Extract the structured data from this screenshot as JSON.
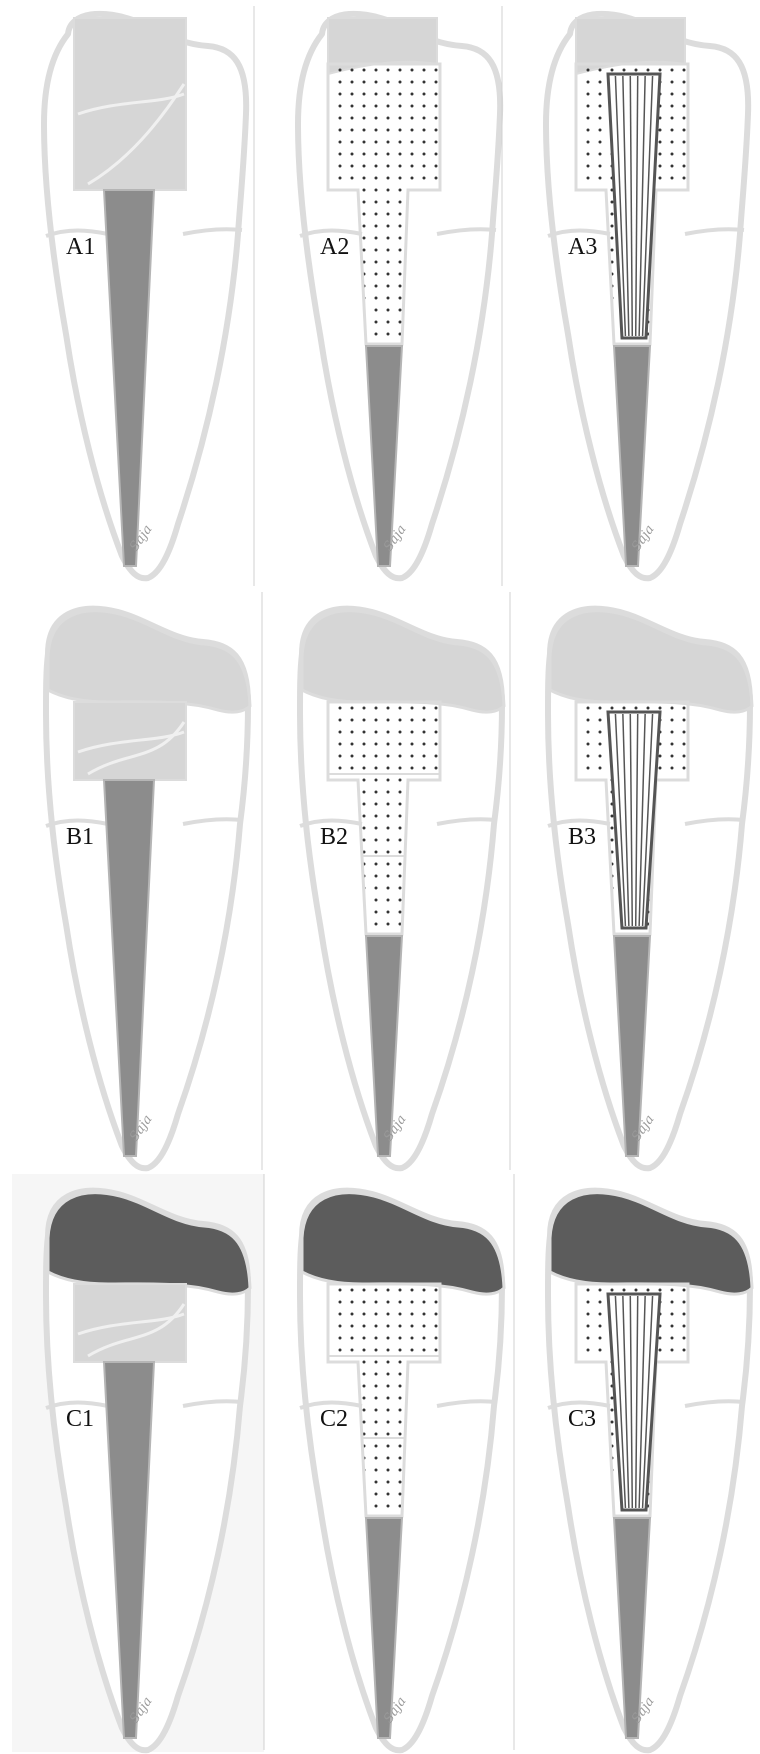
{
  "figure": {
    "rows": [
      {
        "row": "A",
        "crown": "intact",
        "panels": [
          {
            "label": "A1",
            "restoration": "block",
            "signature": "Saja"
          },
          {
            "label": "A2",
            "restoration": "dotted",
            "signature": "Saja"
          },
          {
            "label": "A3",
            "restoration": "fiber-post",
            "signature": "Saja"
          }
        ]
      },
      {
        "row": "B",
        "crown": "onlay-light",
        "panels": [
          {
            "label": "B1",
            "restoration": "block",
            "signature": "Saja"
          },
          {
            "label": "B2",
            "restoration": "dotted",
            "signature": "Saja"
          },
          {
            "label": "B3",
            "restoration": "fiber-post",
            "signature": "Saja"
          }
        ]
      },
      {
        "row": "C",
        "crown": "onlay-dark",
        "panels": [
          {
            "label": "C1",
            "restoration": "block",
            "signature": "Saja"
          },
          {
            "label": "C2",
            "restoration": "dotted",
            "signature": "Saja"
          },
          {
            "label": "C3",
            "restoration": "fiber-post",
            "signature": "Saja"
          }
        ]
      }
    ],
    "colors": {
      "tooth_fill": "#ffffff",
      "tooth_outline": "#dcdcdc",
      "light_material": "#d6d6d6",
      "gutta_percha": "#8c8c8c",
      "dark_onlay": "#5c5c5c",
      "panel_c1_background": "#f6f6f6",
      "separator": "#d0d0d0",
      "dot": "#333333",
      "post_stroke": "#555555"
    }
  }
}
